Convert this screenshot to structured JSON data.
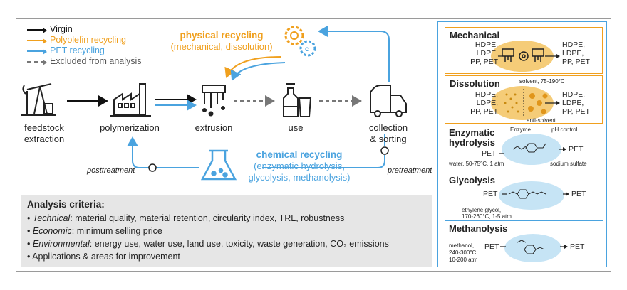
{
  "legend": [
    {
      "label": "Virgin",
      "color": "#111111",
      "dashed": false
    },
    {
      "label": "Polyolefin recycling",
      "color": "#f0a01e",
      "dashed": false
    },
    {
      "label": "PET recycling",
      "color": "#4aa3df",
      "dashed": false
    },
    {
      "label": "Excluded from analysis",
      "color": "#777777",
      "dashed": true
    }
  ],
  "nodes": {
    "feedstock": "feedstock\nextraction",
    "polymerization": "polymerization",
    "extrusion": "extrusion",
    "use": "use",
    "collection": "collection\n& sorting"
  },
  "physical": {
    "title": "physical recycling",
    "sub": "(mechanical, dissolution)"
  },
  "chemical": {
    "title": "chemical recycling",
    "sub1": "(enzymatic hydrolysis,",
    "sub2": "glycolysis, methanolysis)"
  },
  "posttreatment": "posttreatment",
  "pretreatment": "pretreatment",
  "criteria": {
    "title": "Analysis criteria:",
    "items": [
      {
        "head": "Technical",
        "text": ": material quality, material retention, circularity index, TRL, robustness"
      },
      {
        "head": "Economic",
        "text": ": minimum selling price"
      },
      {
        "head": "Environmental",
        "text": ": energy use, water use, land use, toxicity, waste generation, CO₂ emissions"
      },
      {
        "head": "",
        "text": "Applications & areas for improvement"
      }
    ]
  },
  "panels": {
    "mechanical": {
      "title": "Mechanical",
      "in": [
        "HDPE,",
        "LDPE,",
        "PP, PET"
      ],
      "out": [
        "HDPE,",
        "LDPE,",
        "PP, PET"
      ]
    },
    "dissolution": {
      "title": "Dissolution",
      "in": [
        "HDPE,",
        "LDPE,",
        "PP, PET"
      ],
      "out": [
        "HDPE,",
        "LDPE,",
        "PP, PET"
      ],
      "solvent": "solvent, 75-190°C",
      "anti": "anti-solvent"
    },
    "enzymatic": {
      "title1": "Enzymatic",
      "title2": "hydrolysis",
      "enzyme": "Enzyme",
      "ph": "pH control",
      "in": "PET",
      "out": "PET",
      "cond": "water, 50-75°C, 1 atm",
      "salt": "sodium sulfate"
    },
    "glycolysis": {
      "title": "Glycolysis",
      "in": "PET",
      "out": "PET",
      "cond1": "ethylene glycol,",
      "cond2": "170-260°C, 1-5 atm"
    },
    "methanolysis": {
      "title": "Methanolysis",
      "in": "PET",
      "out": "PET",
      "cond1": "methanol,",
      "cond2": "240-300°C,",
      "cond3": "10-200 atm"
    }
  },
  "colors": {
    "virgin": "#111111",
    "polyolefin": "#f0a01e",
    "pet": "#4aa3df",
    "excluded": "#777777",
    "criteria_bg": "#e6e6e6",
    "blob_orange": "#f5cc78",
    "blob_blue": "#c6e4f5"
  }
}
